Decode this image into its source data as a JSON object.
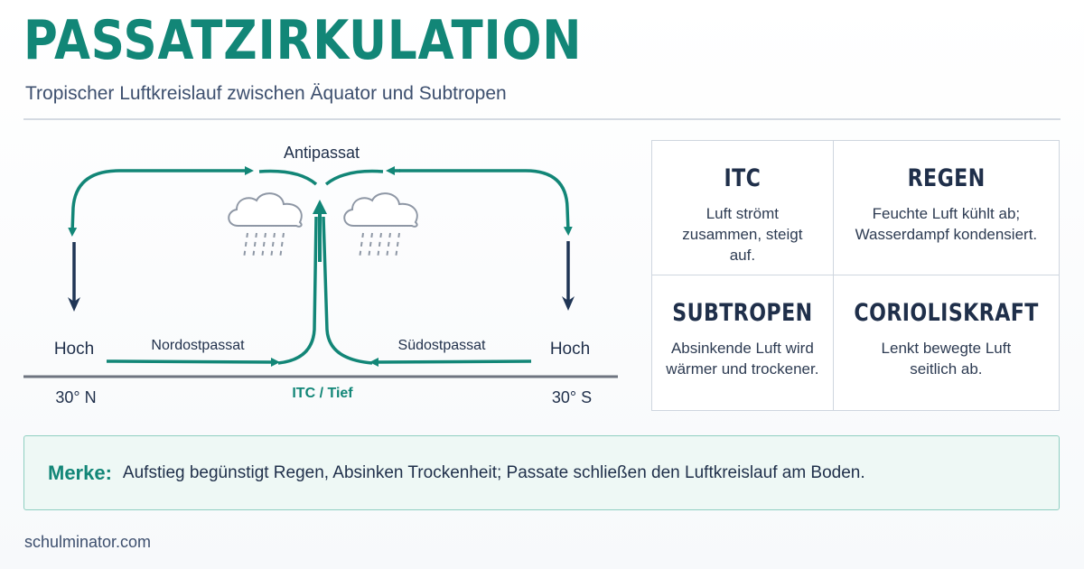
{
  "header": {
    "title": "PASSATZIRKULATION",
    "subtitle": "Tropischer Luftkreislauf zwischen Äquator und Subtropen"
  },
  "diagram": {
    "top_label": "Antipassat",
    "left_high": "Hoch",
    "right_high": "Hoch",
    "left_lat": "30° N",
    "right_lat": "30° S",
    "center_label": "ITC / Tief",
    "left_wind": "Nordostpassat",
    "right_wind": "Südostpassat",
    "icons": [
      "rain-cloud-icon",
      "rain-cloud-icon"
    ],
    "colors": {
      "teal": "#128677",
      "navy": "#1f3555",
      "ground": "#6e7480",
      "cloud": "#8e97a5"
    }
  },
  "cards": [
    {
      "title": "ITC",
      "text": "Luft strömt zusammen, steigt auf."
    },
    {
      "title": "REGEN",
      "text": "Feuchte Luft kühlt ab; Wasserdampf kondensiert."
    },
    {
      "title": "SUBTROPEN",
      "text": "Absinkende Luft wird wärmer und trockener."
    },
    {
      "title": "CORIOLISKRAFT",
      "text": "Lenkt bewegte Luft seitlich ab."
    }
  ],
  "note": {
    "label": "Merke:",
    "text": "Aufstieg begünstigt Regen, Absinken Trockenheit; Passate schließen den Luftkreislauf am Boden."
  },
  "footer": {
    "source": "schulminator.com"
  },
  "colors": {
    "accent": "#128677",
    "text": "#1f2f4a",
    "note_bg": "#eef8f5",
    "note_border": "#8fcfc1"
  }
}
